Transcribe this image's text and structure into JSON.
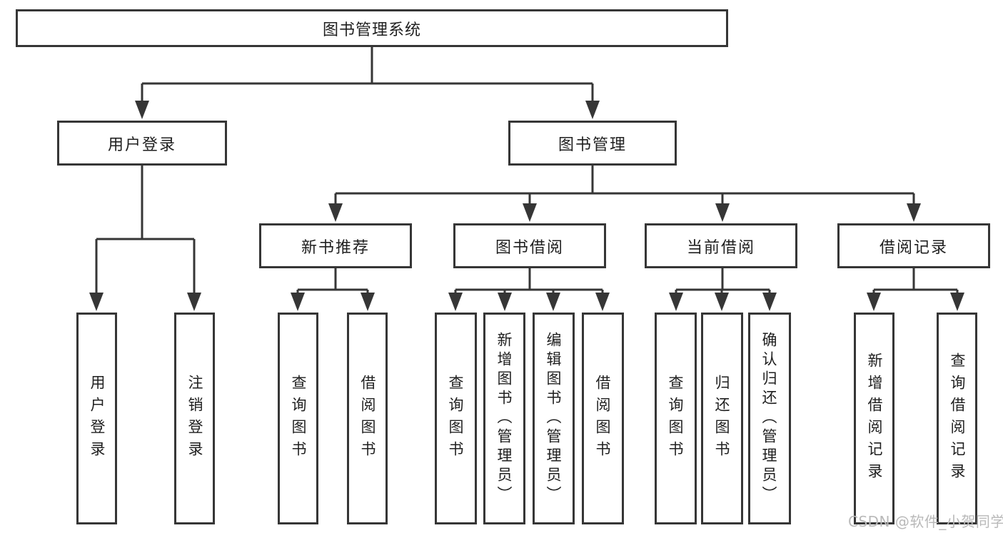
{
  "tree": {
    "root": "图书管理系统",
    "branches": [
      {
        "label": "用户登录",
        "children": [
          "用户登录",
          "注销登录"
        ]
      },
      {
        "label": "图书管理",
        "children": [
          {
            "label": "新书推荐",
            "children": [
              "查询图书",
              "借阅图书"
            ]
          },
          {
            "label": "图书借阅",
            "children": [
              "查询图书",
              "新增图书（管理员）",
              "编辑图书（管理员）",
              "借阅图书"
            ]
          },
          {
            "label": "当前借阅",
            "children": [
              "查询图书",
              "归还图书",
              "确认归还（管理员）"
            ]
          },
          {
            "label": "借阅记录",
            "children": [
              "新增借阅记录",
              "查询借阅记录"
            ]
          }
        ]
      }
    ]
  },
  "watermark": "CSDN @软件_小贺同学",
  "colors": {
    "line": "#363636",
    "box_border": "#363636",
    "text": "#1f1f1f",
    "watermark": "#b9b9b9",
    "background": "#ffffff"
  }
}
